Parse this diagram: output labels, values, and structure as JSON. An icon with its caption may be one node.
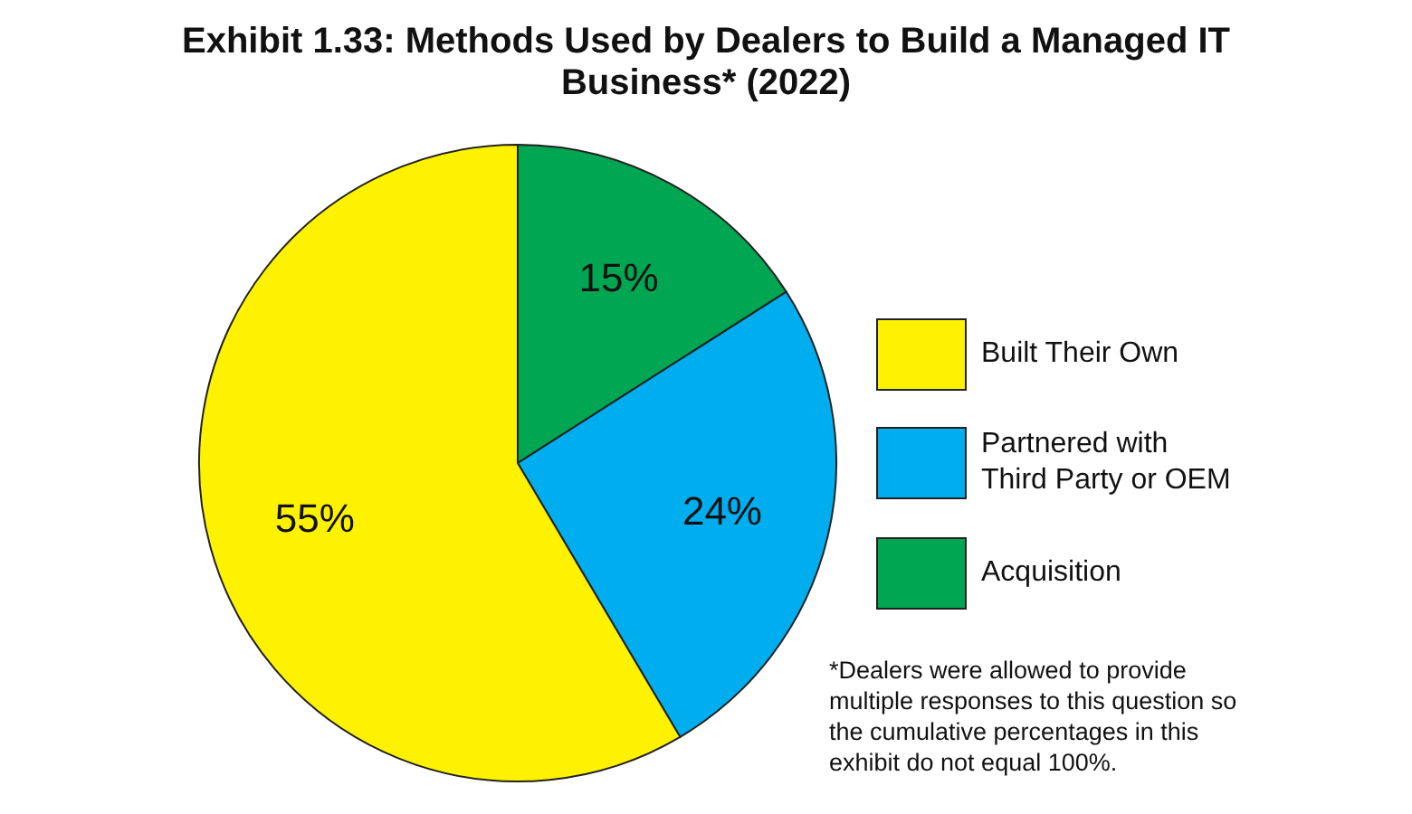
{
  "diagram": {
    "title": "Exhibit 1.33: Methods Used by Dealers to Build a Managed IT Business* (2022)",
    "chart_data": {
      "type": "pie",
      "values": [
        55,
        24,
        15
      ],
      "data_labels": true,
      "value_labels": [
        "55%",
        "24%",
        "15%"
      ]
    },
    "legend": [
      {
        "text": "Built Their Own",
        "color": "#fff200"
      },
      {
        "text": "Partnered with Third Party or OEM",
        "color": "#00aeef"
      },
      {
        "text": "Acquisition",
        "color": "#00a651"
      }
    ],
    "labels": [
      "*Dealers were allowed to provide multiple responses to this question so the cumulative percentages in this exhibit do not equal 100%."
    ]
  }
}
